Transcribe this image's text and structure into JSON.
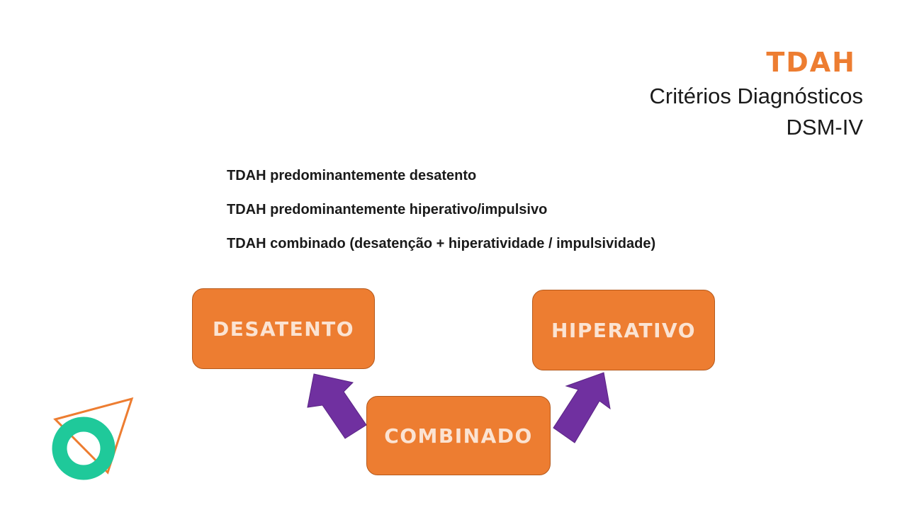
{
  "title": {
    "main": "TDAH",
    "line1": "Critérios Diagnósticos",
    "line2": "DSM-IV"
  },
  "bullets": [
    "TDAH predominantemente desatento",
    "TDAH predominantemente hiperativo/impulsivo",
    "TDAH combinado (desatenção + hiperatividade / impulsividade)"
  ],
  "diagram": {
    "left_box": "DESATENTO",
    "right_box": "HIPERATIVO",
    "bottom_box": "COMBINADO"
  },
  "colors": {
    "accent_orange": "#ED7D31",
    "arrow_purple": "#7030A0",
    "ring_green": "#1FC99A"
  },
  "decoration": {
    "icons": [
      "triangle-outline-icon",
      "ring-icon"
    ]
  }
}
